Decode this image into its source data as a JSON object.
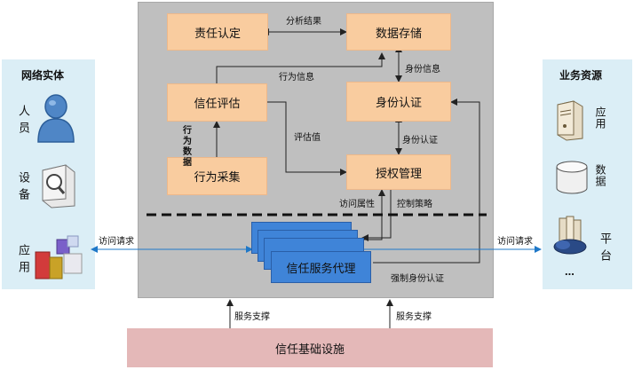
{
  "left_panel": {
    "title": "网络实体",
    "items": [
      {
        "label": "人员",
        "icon": "person-icon"
      },
      {
        "label": "设备",
        "icon": "device-icon"
      },
      {
        "label": "应用",
        "icon": "application-icon"
      }
    ]
  },
  "right_panel": {
    "title": "业务资源",
    "items": [
      {
        "label": "应用",
        "icon": "server-icon"
      },
      {
        "label": "数据",
        "icon": "database-icon"
      },
      {
        "label": "平台",
        "icon": "cloud-platform-icon"
      }
    ],
    "more": "..."
  },
  "boxes": {
    "responsibility": "责任认定",
    "data_storage": "数据存储",
    "trust_eval": "信任评估",
    "identity_auth": "身份认证",
    "behavior_collect": "行为采集",
    "authz_mgmt": "授权管理",
    "agent": "信任服务代理",
    "infra": "信任基础设施"
  },
  "edge_labels": {
    "analysis_result": "分析结果",
    "behavior_info": "行为信息",
    "identity_info": "身份信息",
    "behavior_data": "行为数据",
    "evaluation": "评估值",
    "identity_auth_small": "身份认证",
    "access_attr": "访问属性",
    "control_policy": "控制策略",
    "access_request_left": "访问请求",
    "access_request_right": "访问请求",
    "strong_auth": "强制身份认证",
    "service_support_left": "服务支撑",
    "service_support_right": "服务支撑"
  },
  "colors": {
    "panel": "#dbeef6",
    "core": "#bfbfbf",
    "box": "#f9cc9f",
    "agent": "#3f84d8",
    "infra": "#e4b8b8"
  }
}
